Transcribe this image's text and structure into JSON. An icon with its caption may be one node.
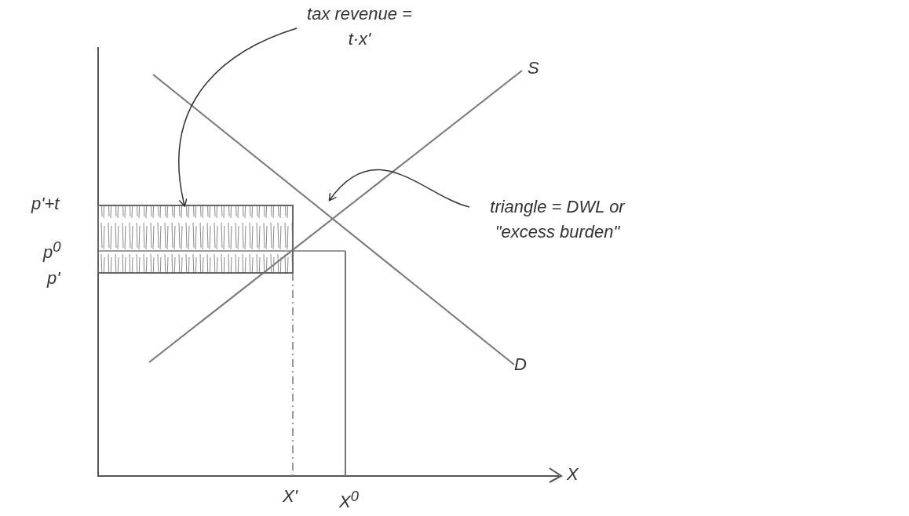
{
  "diagram": {
    "nodes": [
      {
        "text": [
          "tax revenue = t·x'"
        ]
      },
      {
        "text": [],
        "shape": "box"
      },
      {
        "text": [
          "triangle = DWL or \"excess burden\""
        ]
      }
    ],
    "edges": [
      {
        "from": 0,
        "to": 1,
        "arrow": "to"
      },
      {
        "from": 2,
        "to": null,
        "arrow": "to"
      }
    ],
    "labels": [
      "S",
      "p'+t",
      "p$^{0}$",
      "p'",
      "D",
      "X",
      "X'",
      "X$^{0}$"
    ]
  }
}
